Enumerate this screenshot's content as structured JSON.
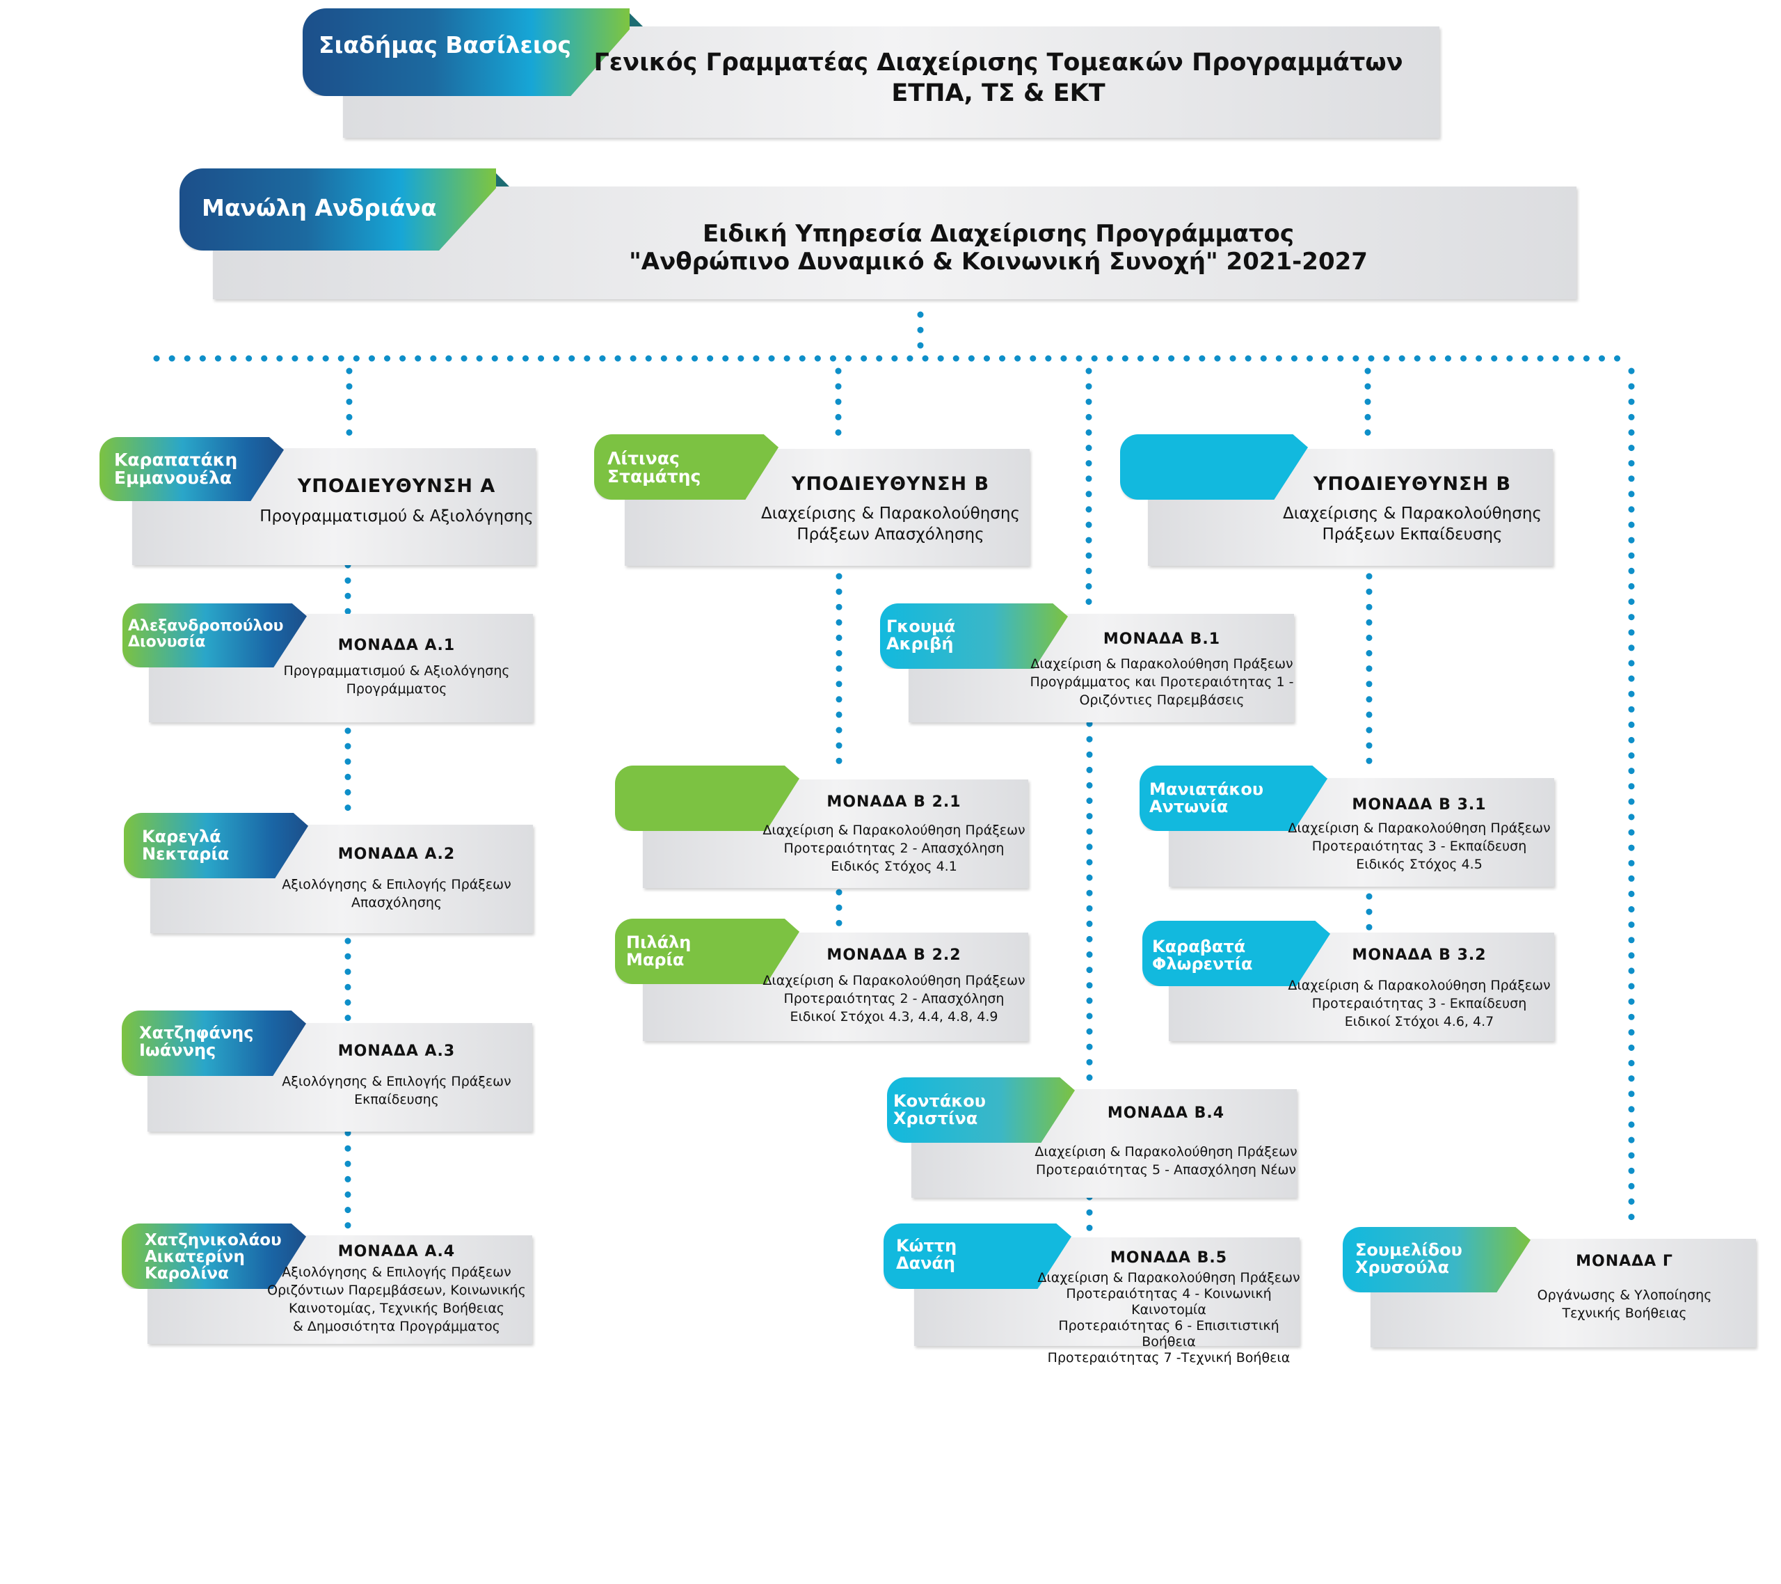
{
  "top": {
    "name": "Σιαδήμας Βασίλειος",
    "title_line1": "Γενικός Γραμματέας Διαχείρισης Τομεακών Προγραμμάτων",
    "title_line2": "ΕΤΠΑ, ΤΣ & ΕΚΤ"
  },
  "service": {
    "name": "Μανώλη Ανδριάνα",
    "title_line1": "Ειδική Υπηρεσία Διαχείρισης Προγράμματος",
    "title_line2": "\"Ανθρώπινο Δυναμικό & Κοινωνική Συνοχή\"  2021-2027"
  },
  "directorates": [
    {
      "name": "Καραπατάκη\nΕμμανουέλα",
      "head": "ΥΠΟΔΙΕΥΘΥΝΣΗ Α",
      "sub": "Προγραμματισμού & Αξιολόγησης"
    },
    {
      "name": "Λίτινας\nΣταμάτης",
      "head": "ΥΠΟΔΙΕΥΘΥΝΣΗ Β",
      "sub": "Διαχείρισης & Παρακολούθησης\nΠράξεων  Απασχόλησης"
    },
    {
      "name": "",
      "head": "ΥΠΟΔΙΕΥΘΥΝΣΗ Β",
      "sub": "Διαχείρισης & Παρακολούθησης\nΠράξεων  Εκπαίδευσης"
    }
  ],
  "units": [
    {
      "name": "Αλεξανδροπούλου\nΔιονυσία",
      "head": "ΜΟΝΑΔΑ Α.1",
      "sub": "Προγραμματισμού &  Αξιολόγησης\nΠρογράμματος"
    },
    {
      "name": "Καρεγλά\nΝεκταρία",
      "head": "ΜΟΝΑΔΑ Α.2",
      "sub": "Αξιολόγησης & Επιλογής Πράξεων\nΑπασχόλησης"
    },
    {
      "name": "Χατζηφάνης\nΙωάννης",
      "head": "ΜΟΝΑΔΑ Α.3",
      "sub": "Αξιολόγησης & Επιλογής Πράξεων\nΕκπαίδευσης"
    },
    {
      "name": "Χατζηνικολάου\nΑικατερίνη\nΚαρολίνα",
      "head": "ΜΟΝΑΔΑ Α.4",
      "sub": "Αξιολόγησης & Επιλογής Πράξεων\nΟριζόντιων Παρεμβάσεων, Κοινωνικής\nΚαινοτομίας, Τεχνικής Βοήθειας\n&  Δημοσιότητα Προγράμματος"
    },
    {
      "name": "Γκουμά\nΑκριβή",
      "head": "ΜΟΝΑΔΑ Β.1",
      "sub": "Διαχείριση & Παρακολούθηση Πράξεων\nΠρογράμματος και Προτεραιότητας 1 -\nΟριζόντιες Παρεμβάσεις"
    },
    {
      "name": "",
      "head": "ΜΟΝΑΔΑ Β 2.1",
      "sub": "Διαχείριση & Παρακολούθηση Πράξεων\nΠροτεραιότητας 2  - Απασχόληση\nΕιδικός Στόχος 4.1"
    },
    {
      "name": "Πιλάλη\nΜαρία",
      "head": "ΜΟΝΑΔΑ Β 2.2",
      "sub": "Διαχείριση & Παρακολούθηση Πράξεων\nΠροτεραιότητας 2  - Απασχόληση\nΕιδικοί Στόχοι 4.3, 4.4, 4.8, 4.9"
    },
    {
      "name": "Μανιατάκου\nΑντωνία",
      "head": "ΜΟΝΑΔΑ Β 3.1",
      "sub": "Διαχείριση & Παρακολούθηση Πράξεων\nΠροτεραιότητας 3  - Εκπαίδευση\nΕιδικός Στόχος 4.5"
    },
    {
      "name": "Καραβατά\nΦλωρεντία",
      "head": "ΜΟΝΑΔΑ Β 3.2",
      "sub": "Διαχείριση & Παρακολούθηση Πράξεων\nΠροτεραιότητας 3  - Εκπαίδευση\nΕιδικοί Στόχοι 4.6, 4.7"
    },
    {
      "name": "Κοντάκου\nΧριστίνα",
      "head": "ΜΟΝΑΔΑ Β.4",
      "sub": "Διαχείριση & Παρακολούθηση Πράξεων\nΠροτεραιότητας 5 - Απασχόληση Νέων"
    },
    {
      "name": "Κώττη\nΔανάη",
      "head": "ΜΟΝΑΔΑ Β.5",
      "sub": "Διαχείριση & Παρακολούθηση Πράξεων\nΠροτεραιότητας 4 - Κοινωνική Καινοτομία\nΠροτεραιότητας 6 - Επισιτιστική Βοήθεια\nΠροτεραιότητας 7 -Τεχνική Βοήθεια"
    },
    {
      "name": "Σουμελίδου\nΧρυσούλα",
      "head": "ΜΟΝΑΔΑ Γ",
      "sub": "Οργάνωσης & Υλοποίησης\nΤεχνικής Βοήθειας"
    }
  ],
  "colors": {
    "dots": "#0e8fc9",
    "blue": "#1c4f8a",
    "green": "#7cc242",
    "cyan": "#12b9de",
    "box": "#dcdde0"
  }
}
